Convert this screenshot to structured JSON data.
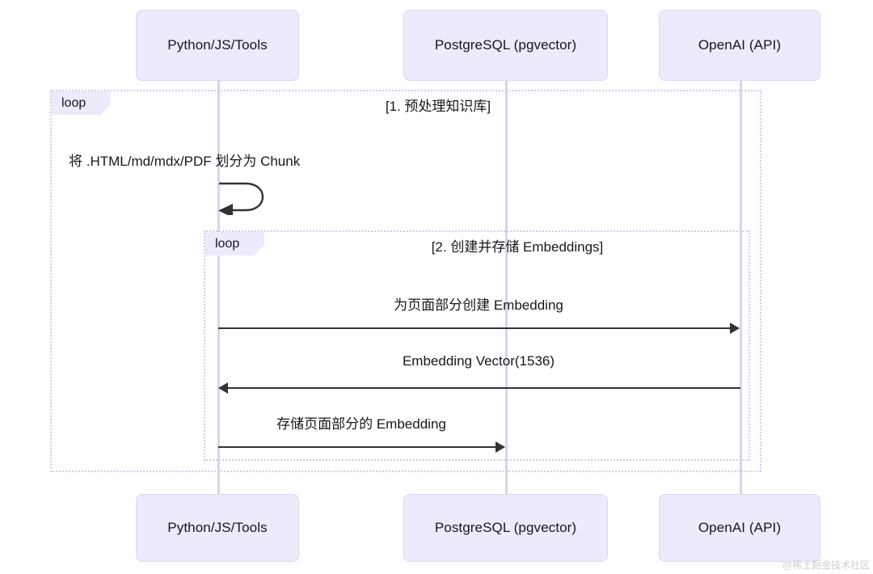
{
  "diagram": {
    "type": "sequence-diagram",
    "background": "#ffffff",
    "accent_fill": "#ECEAFB",
    "lifeline_color": "#D9D2F2",
    "fragment_border": "#D3CCF0",
    "arrow_color": "#333333"
  },
  "actors": [
    {
      "id": "tools",
      "label": "Python/JS/Tools"
    },
    {
      "id": "postgres",
      "label": "PostgreSQL (pgvector)"
    },
    {
      "id": "openai",
      "label": "OpenAI (API)"
    }
  ],
  "fragments": [
    {
      "id": "outer",
      "tag": "loop",
      "title": "[1. 预处理知识库]"
    },
    {
      "id": "inner",
      "tag": "loop",
      "title": "[2. 创建并存储 Embeddings]"
    }
  ],
  "messages": [
    {
      "id": "m1",
      "label": "将 .HTML/md/mdx/PDF 划分为 Chunk",
      "from": "tools",
      "to": "tools",
      "kind": "self"
    },
    {
      "id": "m2",
      "label": "为页面部分创建 Embedding",
      "from": "tools",
      "to": "openai",
      "kind": "solid-right"
    },
    {
      "id": "m3",
      "label": "Embedding Vector(1536)",
      "from": "openai",
      "to": "tools",
      "kind": "solid-left"
    },
    {
      "id": "m4",
      "label": "存储页面部分的 Embedding",
      "from": "tools",
      "to": "postgres",
      "kind": "solid-right"
    }
  ],
  "watermark": {
    "text": "@稀土掘金技术社区"
  }
}
